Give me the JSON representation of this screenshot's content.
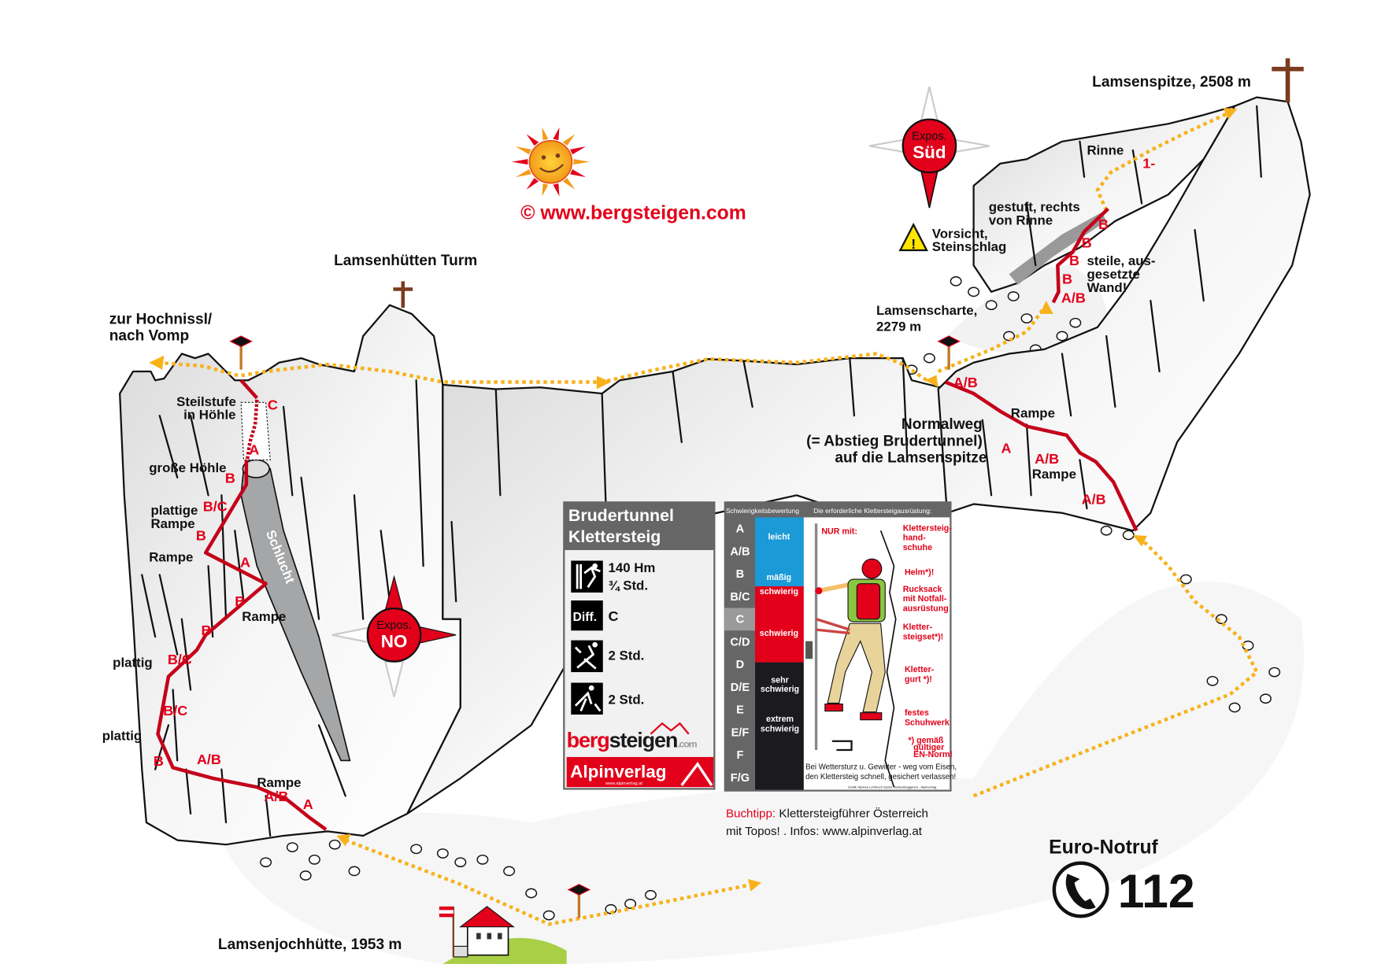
{
  "copyright": "©  www.bergsteigen.com",
  "peaks": {
    "lamsenhuetten_turm": "Lamsenhütten Turm",
    "lamsenspitze": "Lamsenspitze, 2508 m",
    "lamsenscharte": [
      "Lamsenscharte,",
      "2279 m"
    ],
    "lamsenjochhuette": "Lamsenjochhütte, 1953 m"
  },
  "direction_hochnissl": [
    "zur Hochnissl/",
    "nach Vomp"
  ],
  "exposure_sued": {
    "label": "Expos.",
    "value": "Süd"
  },
  "exposure_no": {
    "label": "Expos.",
    "value": "NO"
  },
  "warning": [
    "Vorsicht,",
    "Steinschlag"
  ],
  "left_labels": {
    "steilstufe": [
      "Steilstufe",
      "in Höhle"
    ],
    "grosse_hoehle": "große Höhle",
    "plattige_rampe": [
      "plattige",
      "Rampe"
    ],
    "rampe1": "Rampe",
    "rampe2": "Rampe",
    "plattig1": "plattig",
    "plattig2": "plattig",
    "rampe3": "Rampe",
    "schlucht": "Schlucht"
  },
  "left_route_grades": [
    "C",
    "A",
    "B",
    "B/C",
    "B",
    "A",
    "B",
    "B",
    "B/C",
    "B/C",
    "B",
    "A/B",
    "A/B",
    "A"
  ],
  "right_labels": {
    "rinne": "Rinne",
    "gestuft": [
      "gestuft, rechts",
      "von Rinne"
    ],
    "steile": [
      "steile, aus-",
      "gesetzte",
      "Wand!"
    ],
    "rampe1": "Rampe",
    "rampe2": "Rampe",
    "normalweg": [
      "Normalweg",
      "(= Abstieg Brudertunnel)",
      "auf die Lamsenspitze"
    ]
  },
  "right_route_grades": [
    "A/B",
    "A",
    "A/B",
    "A/B",
    "A/B",
    "B",
    "B",
    "B",
    "B",
    "1-"
  ],
  "info_box": {
    "title": [
      "Brudertunnel",
      "Klettersteig"
    ],
    "ascent": [
      "140 Hm",
      "¾ Std."
    ],
    "difficulty_icon": "Diff.",
    "difficulty": "C",
    "approach": "2 Std.",
    "descent": "2 Std.",
    "logo_bergsteigen": {
      "a": "berg",
      "b": "steigen",
      "c": ".com"
    },
    "logo_alpinverlag": {
      "name": "Alpinverlag",
      "url": "www.alpinverlag.at"
    }
  },
  "grade_panel": {
    "header_left": "Schwierigkeitsbewertung",
    "header_right": "Die erforderliche Klettersteigausrüstung:",
    "grades": [
      "A",
      "A/B",
      "B",
      "B/C",
      "C",
      "C/D",
      "D",
      "D/E",
      "E",
      "E/F",
      "F",
      "F/G"
    ],
    "selected_grade": "C",
    "categories": {
      "leicht": "leicht",
      "maessig": "mäßig",
      "schwierig1": "schwierig",
      "schwierig2": "schwierig",
      "sehr": [
        "sehr",
        "schwierig"
      ],
      "extrem": [
        "extrem",
        "schwierig"
      ]
    },
    "nur_mit": "NUR mit:",
    "equipment": {
      "handschuhe": [
        "Klettersteig-",
        "hand-",
        "schuhe"
      ],
      "helm": "Helm*)!",
      "rucksack": [
        "Rucksack",
        "mit Notfall-",
        "ausrüstung"
      ],
      "set": [
        "Kletter-",
        "steigset*)!"
      ],
      "gurt": [
        "Kletter-",
        "gurt *)!"
      ],
      "schuhwerk": [
        "festes",
        "Schuhwerk"
      ],
      "norm": [
        "*) gemäß",
        "gültiger",
        "EN-Norm!"
      ]
    },
    "footer": [
      "Bei Wettersturz u. Gewitter - weg vom Eisen,",
      "den Klettersteig schnell, gesichert verlassen!"
    ],
    "credit": "Grafik: Alpines Lehrbuch Sicher Klettersteiggehen - Alpinverlag"
  },
  "buchtipp": {
    "label": "Buchtipp:",
    "text": " Klettersteigführer Österreich",
    "line2": "mit Topos! . Infos: www.alpinverlag.at"
  },
  "emergency": {
    "title": "Euro-Notruf",
    "number": "112"
  },
  "colors": {
    "route": "#c4001a",
    "path": "#f7b21b",
    "accent": "#e2001a",
    "blue": "#1a9ad6",
    "panel": "#666666"
  }
}
